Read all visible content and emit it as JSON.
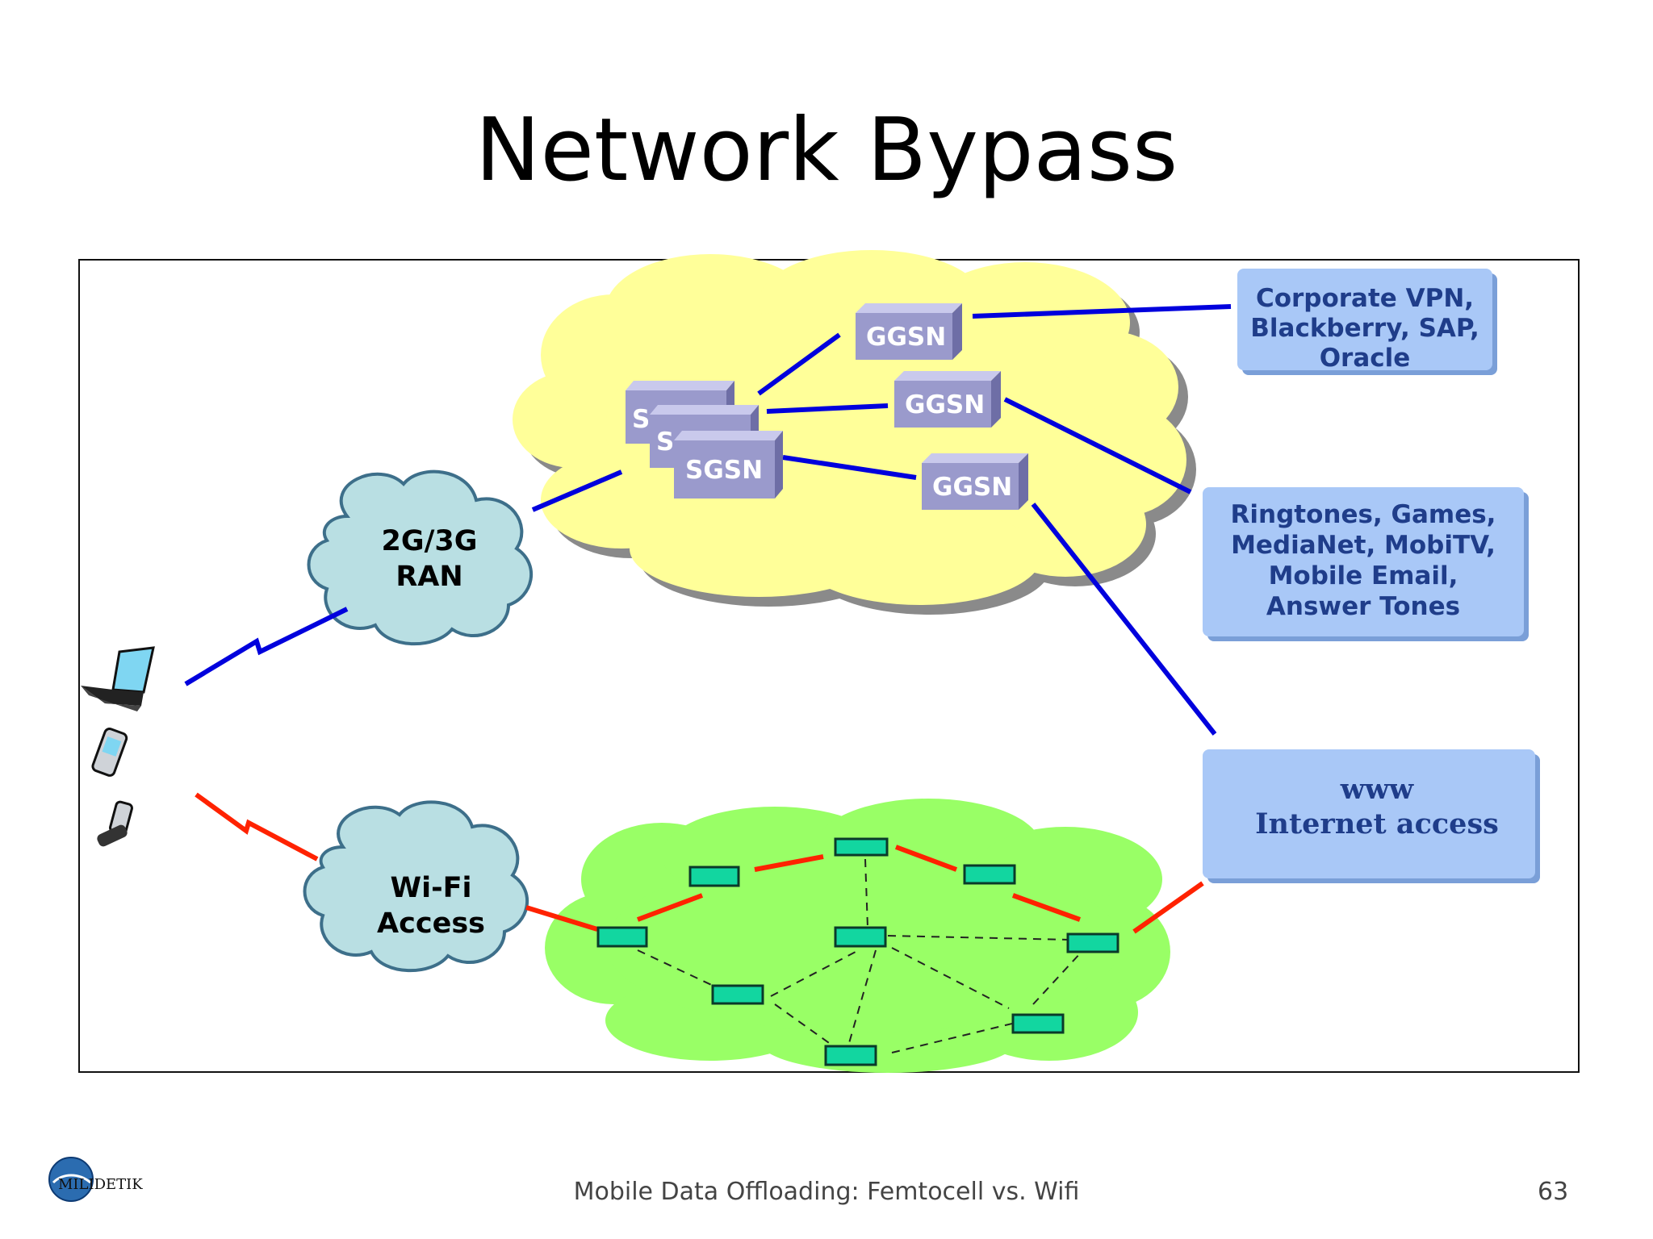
{
  "slide": {
    "title": "Network Bypass",
    "footer": "Mobile Data Offloading: Femtocell vs. Wifi",
    "page_number": "63",
    "logo_text": "MILIDETIK"
  },
  "diagram": {
    "core_nodes": {
      "sgsn_back_1": "S",
      "sgsn_back_2": "S",
      "sgsn": "SGSN",
      "ggsn_1": "GGSN",
      "ggsn_2": "GGSN",
      "ggsn_3": "GGSN"
    },
    "ran_cloud": [
      "2G/3G",
      "RAN"
    ],
    "wifi_cloud": [
      "Wi-Fi",
      "Access"
    ],
    "service_boxes": {
      "corporate": [
        "Corporate VPN,",
        "Blackberry, SAP,",
        "Oracle"
      ],
      "content": [
        "Ringtones, Games,",
        "MediaNet, MobiTV,",
        "Mobile Email,",
        "Answer Tones"
      ],
      "internet": [
        "www",
        "Internet access"
      ]
    },
    "colors": {
      "core_cloud": "#ffff99",
      "mesh_cloud": "#99ff66",
      "access_cloud": "#b9dfe3",
      "service_box": "#a9c8f7",
      "node": "#9a9acc",
      "cellular_link": "#0000dd",
      "wifi_link": "#ff2200",
      "mesh_node": "#12d6a0"
    }
  }
}
